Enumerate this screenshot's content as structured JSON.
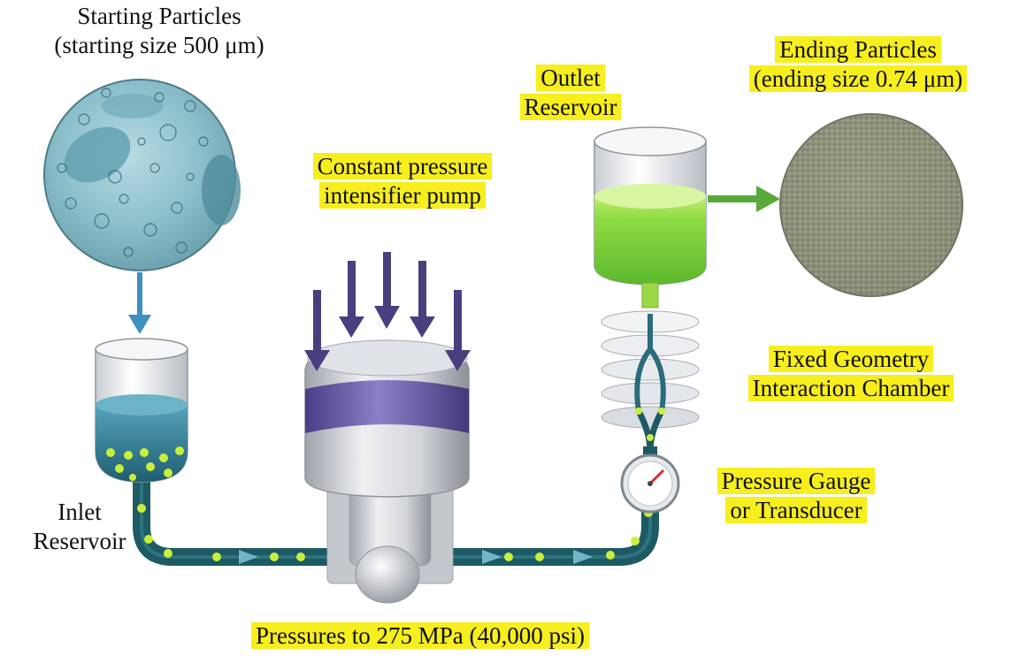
{
  "labels": {
    "starting_particles": [
      "Starting Particles",
      "(starting size 500 μm)"
    ],
    "ending_particles": [
      "Ending Particles",
      "(ending size 0.74 μm)"
    ],
    "outlet_reservoir": [
      "Outlet",
      "Reservoir"
    ],
    "pump": [
      "Constant pressure",
      "intensifier pump"
    ],
    "interaction_chamber": [
      "Fixed Geometry",
      "Interaction Chamber"
    ],
    "pressure_gauge": [
      "Pressure Gauge",
      "or Transducer"
    ],
    "inlet_reservoir": [
      "Inlet",
      "Reservoir"
    ],
    "pressure_rating": "Pressures to 275 MPa (40,000 psi)"
  },
  "colors": {
    "highlight": "#f7ee1e",
    "pipe": "#1d5a63",
    "particle": "#c9ef3c",
    "arrow_dark": "#4a3f7e",
    "arrow_blue": "#3f8fbf",
    "arrow_green": "#58a83a",
    "green_liquid": "#7ad13a",
    "blue_liquid": "#2f7f9c"
  }
}
